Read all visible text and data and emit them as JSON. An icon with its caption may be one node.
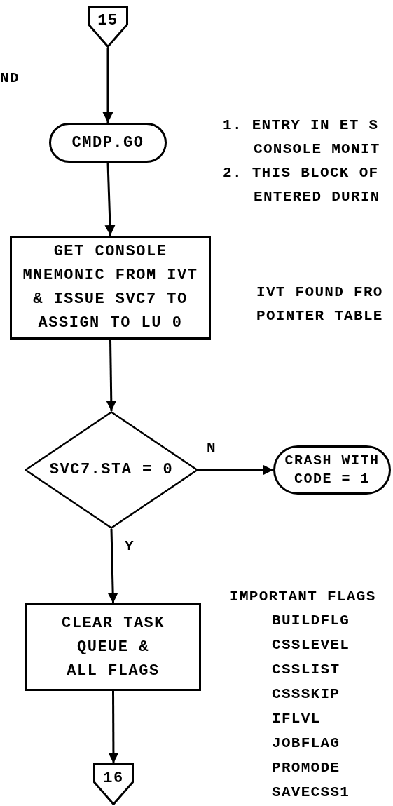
{
  "diagram": {
    "nodes": [
      {
        "text": [
          "15"
        ]
      },
      {
        "text": [
          "CMDP.GO"
        ]
      },
      {
        "text": [
          "GET CONSOLE MNEMONIC FROM IVT & ISSUE SVC7 TO ASSIGN TO LU 0"
        ]
      },
      {
        "text": [
          "SVC7.STA = 0"
        ]
      },
      {
        "text": [
          "CRASH WITH CODE = 1"
        ]
      },
      {
        "text": [
          "CLEAR TASK QUEUE & ALL FLAGS"
        ]
      },
      {
        "text": [
          "16"
        ]
      }
    ],
    "edges": [
      {
        "from": 0,
        "to": 1,
        "arrow": "to"
      },
      {
        "from": 1,
        "to": 2,
        "arrow": "to"
      },
      {
        "from": 2,
        "to": 3,
        "arrow": "to"
      },
      {
        "from": 3,
        "to": 4,
        "arrow": "to",
        "label": "N"
      },
      {
        "from": 3,
        "to": 5,
        "arrow": "to",
        "label": "Y"
      },
      {
        "from": 5,
        "to": 6,
        "arrow": "to"
      }
    ],
    "labels": [
      "ND",
      "1. ENTRY IN ET S CONSOLE MONIT",
      "2. THIS BLOCK OF ENTERED DURIN",
      "IVT FOUND FRO POINTER TABLE",
      "IMPORTANT FLAGS",
      "BUILDFLG",
      "CSSLEVEL",
      "CSSLIST",
      "CSSSKIP",
      "IFLVL",
      "JOBFLAG",
      "PROMODE",
      "SAVECSS1"
    ]
  }
}
